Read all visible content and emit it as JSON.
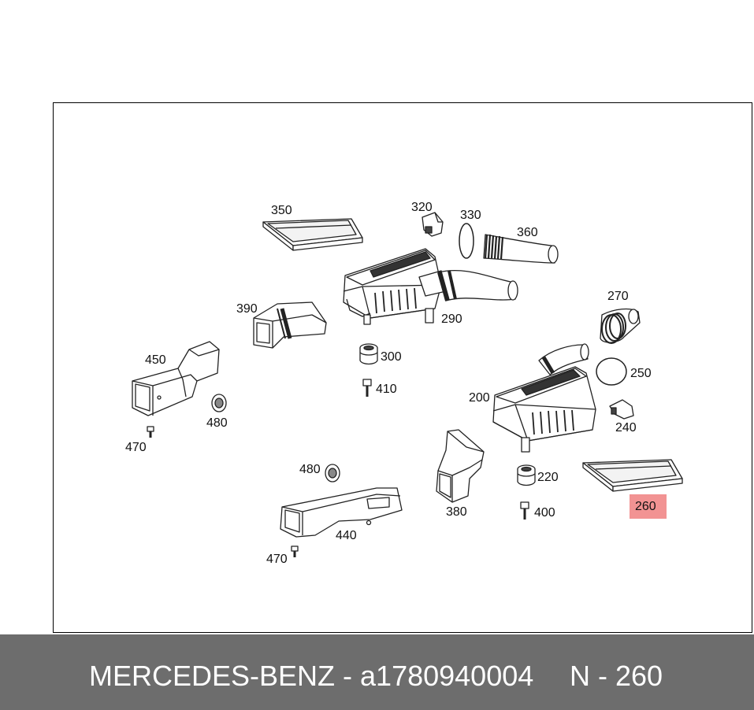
{
  "diagram": {
    "labels": {
      "p350": "350",
      "p320": "320",
      "p330": "330",
      "p360": "360",
      "p390": "390",
      "p290": "290",
      "p300": "300",
      "p410": "410",
      "p450": "450",
      "p480a": "480",
      "p470a": "470",
      "p270": "270",
      "p250": "250",
      "p200": "200",
      "p240": "240",
      "p220": "220",
      "p380": "380",
      "p400": "400",
      "p260": "260",
      "p480b": "480",
      "p440": "440",
      "p470b": "470"
    },
    "highlight_color": "#f08080"
  },
  "footer": {
    "brand_part": "MERCEDES-BENZ - a1780940004",
    "position_code": "N - 260"
  }
}
